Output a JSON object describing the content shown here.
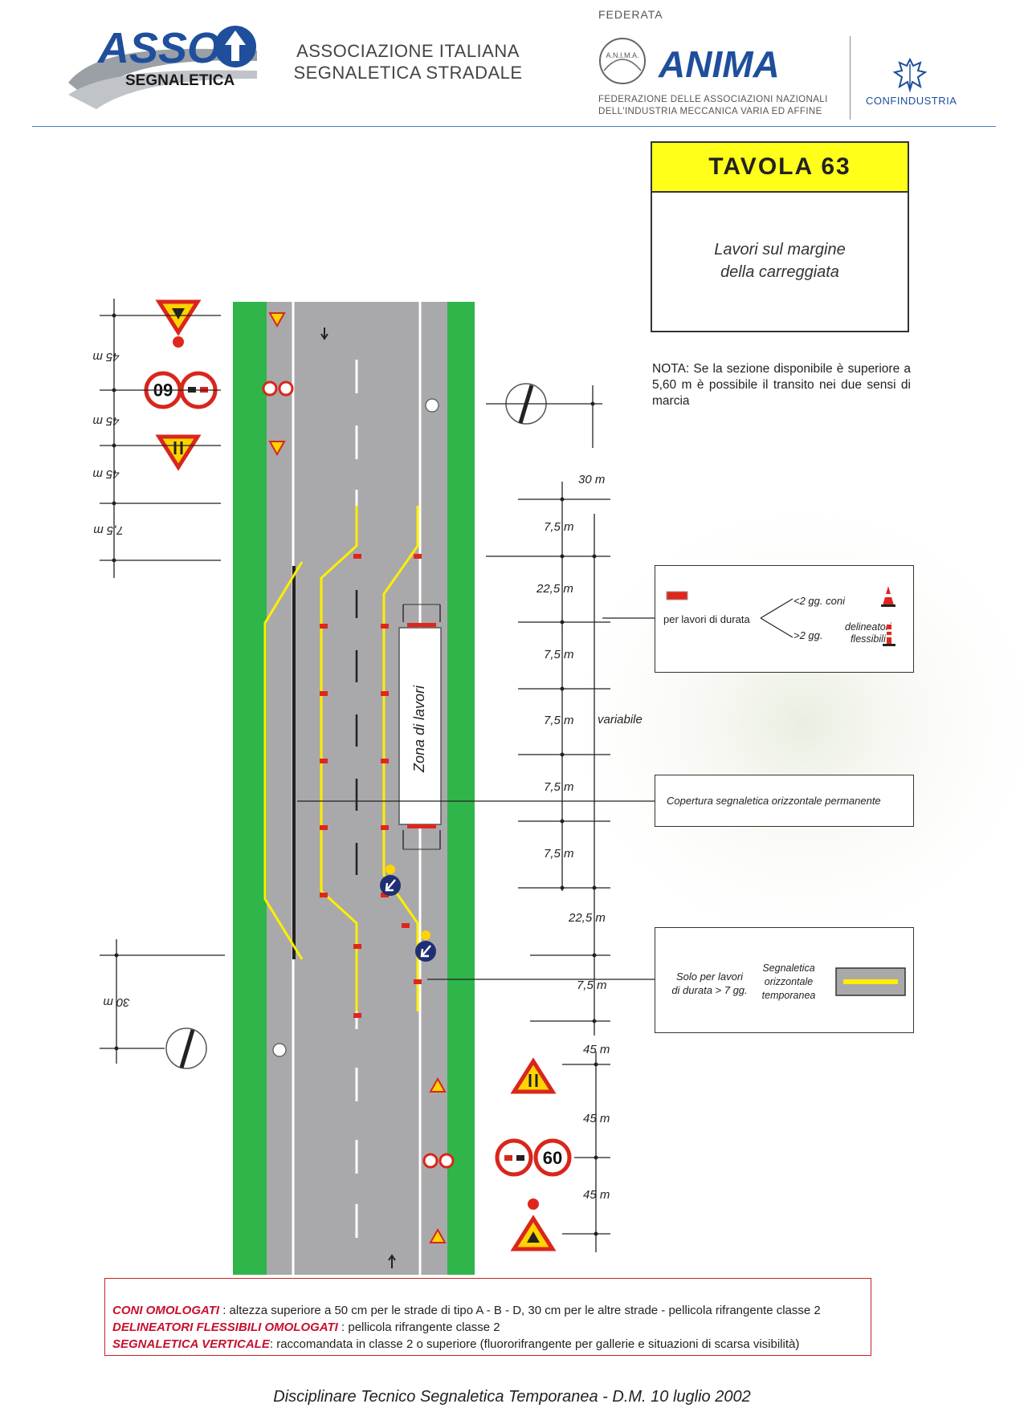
{
  "header": {
    "asso_logo_text": "ASSO",
    "asso_logo_sub": "SEGNALETICA",
    "association_line1": "ASSOCIAZIONE ITALIANA",
    "association_line2": "SEGNALETICA STRADALE",
    "federata": "FEDERATA",
    "anima_seal": "A.N.I.M.A.",
    "anima_logo": "ANIMA",
    "anima_sub_line1": "FEDERAZIONE DELLE ASSOCIAZIONI NAZIONALI",
    "anima_sub_line2": "DELL'INDUSTRIA MECCANICA VARIA ED AFFINE",
    "confindustria": "CONFINDUSTRIA"
  },
  "tavola": {
    "title": "TAVOLA  63",
    "subtitle_line1": "Lavori sul margine",
    "subtitle_line2": "della carreggiata"
  },
  "nota": "NOTA: Se la sezione disponibile è superiore a 5,60 m è possibile il transito nei due sensi di marcia",
  "diagram": {
    "work_zone_label": "Zona di lavori",
    "left_distances": [
      "45 m",
      "45 m",
      "45 m",
      "7,5 m",
      "30 m"
    ],
    "right_distances": [
      "30 m",
      "7,5 m",
      "22,5 m",
      "7,5 m",
      "7,5 m",
      "7,5 m",
      "7,5 m",
      "22,5 m",
      "7,5 m",
      "45 m",
      "45 m",
      "45 m"
    ],
    "variabile": "variabile",
    "speed_limit": "60",
    "colors": {
      "grass": "#2fb54a",
      "road": "#a9a9ab",
      "temp_marking": "#ffee00",
      "cone": "#e0261c",
      "sign_red": "#d9261c",
      "sign_yellow": "#ffd400",
      "blue_sign": "#1f2f74"
    }
  },
  "legend": {
    "box1_label": "per lavori di durata",
    "box1_lt": "<2 gg. coni",
    "box1_gt": ">2 gg.",
    "box1_gt_line1": "delineatori",
    "box1_gt_line2": "flessibili",
    "box2_label": "Copertura segnaletica orizzontale permanente",
    "box3_left_line1": "Solo per lavori",
    "box3_left_line2": "di durata > 7 gg.",
    "box3_right_line1": "Segnaletica",
    "box3_right_line2": "orizzontale",
    "box3_right_line3": "temporanea"
  },
  "footer": {
    "coni_title": "CONI OMOLOGATI",
    "coni_text": " : altezza superiore a 50 cm per le strade di tipo A - B - D, 30 cm per le altre strade - pellicola rifrangente classe 2",
    "delin_title": "DELINEATORI FLESSIBILI OMOLOGATI",
    "delin_text": "  :  pellicola rifrangente classe 2",
    "segn_title": "SEGNALETICA VERTICALE",
    "segn_text": ": raccomandata in classe 2 o superiore (fluororifrangente per gallerie e situazioni di scarsa visibilità)",
    "disciplinare": "Disciplinare Tecnico Segnaletica Temporanea - D.M.  10 luglio 2002"
  }
}
